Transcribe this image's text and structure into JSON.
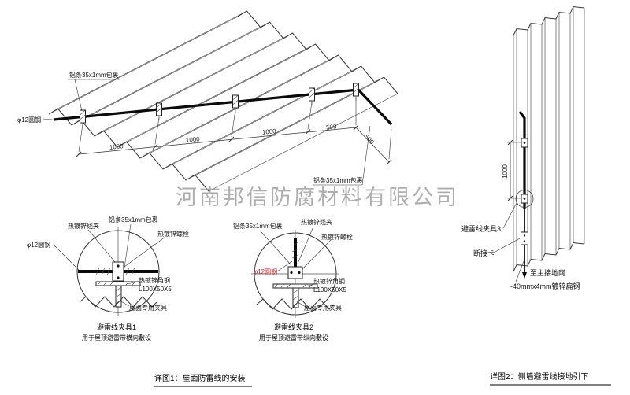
{
  "watermark": "河南邦信防腐材料有限公司",
  "roof": {
    "labels": {
      "alu_top": "铝条35x1mm包裹",
      "round_steel": "φ12圆钢",
      "alu_right": "铝条35x1mm包裹"
    },
    "dims": [
      "1000",
      "1000",
      "1000",
      "500",
      "500"
    ]
  },
  "detail1": {
    "title": "避雷线夹具1",
    "subtitle": "用于屋顶避雷带横向敷设",
    "labels": {
      "wire_clip": "热镀锌线夹",
      "alu_wrap": "铝条35x1mm包裹",
      "bolt": "热镀锌螺栓",
      "round_steel": "φ12圆钢",
      "angle_steel": "热镀锌角钢",
      "angle_spec": "L100X50X5",
      "roof_clamp": "屋面专用夹具"
    }
  },
  "detail2": {
    "title": "避雷线夹具2",
    "subtitle": "用于屋顶避雷带纵向敷设",
    "labels": {
      "wire_clip": "热镀锌线夹",
      "alu_wrap": "铝条35x1mm包裹",
      "bolt": "热镀锌螺栓",
      "round_steel": "φ12圆钢",
      "angle_steel": "热镀锌角钢",
      "angle_spec": "L100X50X5",
      "roof_clamp": "屋面专用夹具"
    }
  },
  "wall": {
    "dim": "1000",
    "labels": {
      "clamp3": "避雷线夹具3",
      "disconnect": "断接卡",
      "to_ground": "至主接地网",
      "flat_steel": "-40mmx4mm镀锌扁钢"
    }
  },
  "captions": {
    "detail1": "详图1：屋面防雷线的安装",
    "detail2": "详图2：侧墙避雷线接地引下"
  },
  "colors": {
    "highlight_red": "#c42222",
    "watermark_gray": "#8f8f8f",
    "line_black": "#1a1a1a"
  }
}
